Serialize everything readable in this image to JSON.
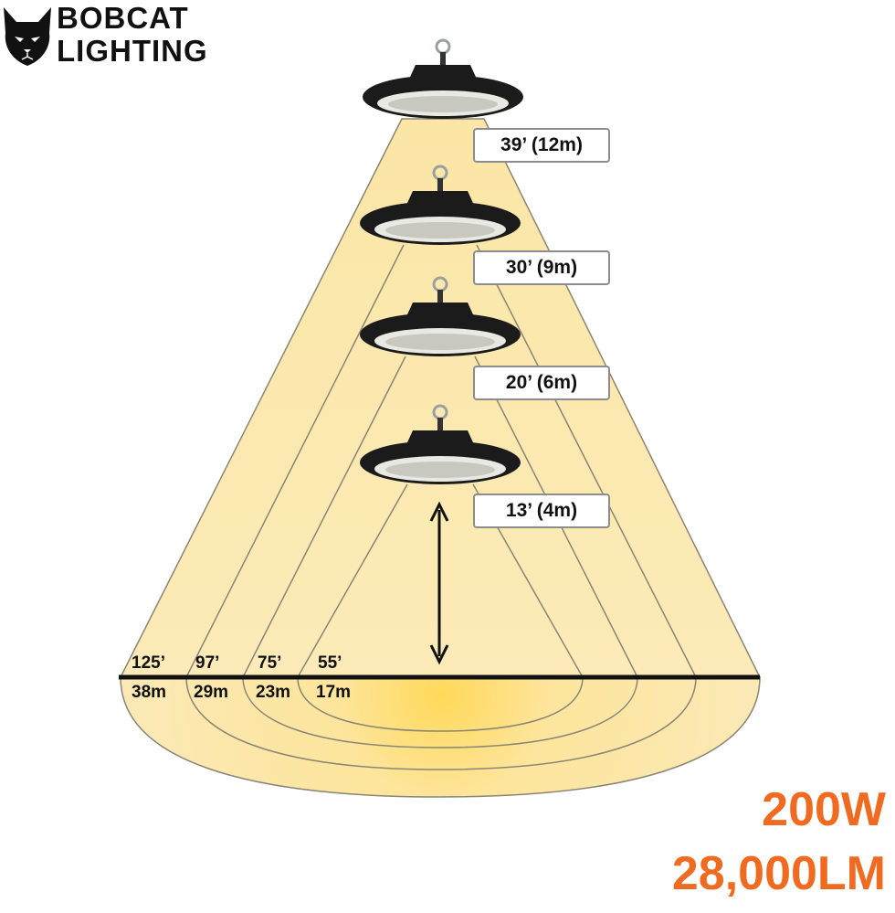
{
  "brand": {
    "line1": "BOBCAT",
    "line2": "LIGHTING"
  },
  "icons": [
    "bobcat-logo-icon",
    "ufo-high-bay-light-icon",
    "double-arrow-icon"
  ],
  "heights": [
    {
      "label": "39’ (12m)"
    },
    {
      "label": "30’ (9m)"
    },
    {
      "label": "20’ (6m)"
    },
    {
      "label": "13’ (4m)"
    }
  ],
  "widths": [
    {
      "feet": "125’",
      "meters": "38m"
    },
    {
      "feet": "97’",
      "meters": "29m"
    },
    {
      "feet": "75’",
      "meters": "23m"
    },
    {
      "feet": "55’",
      "meters": "17m"
    }
  ],
  "specs": {
    "wattage": "200W",
    "lumens": "28,000LM"
  },
  "colors": {
    "beam": "#fbe6a6",
    "beam_glow": "#ffd95a",
    "accent": "#f06b22",
    "fixture": "#1b1b1b"
  }
}
